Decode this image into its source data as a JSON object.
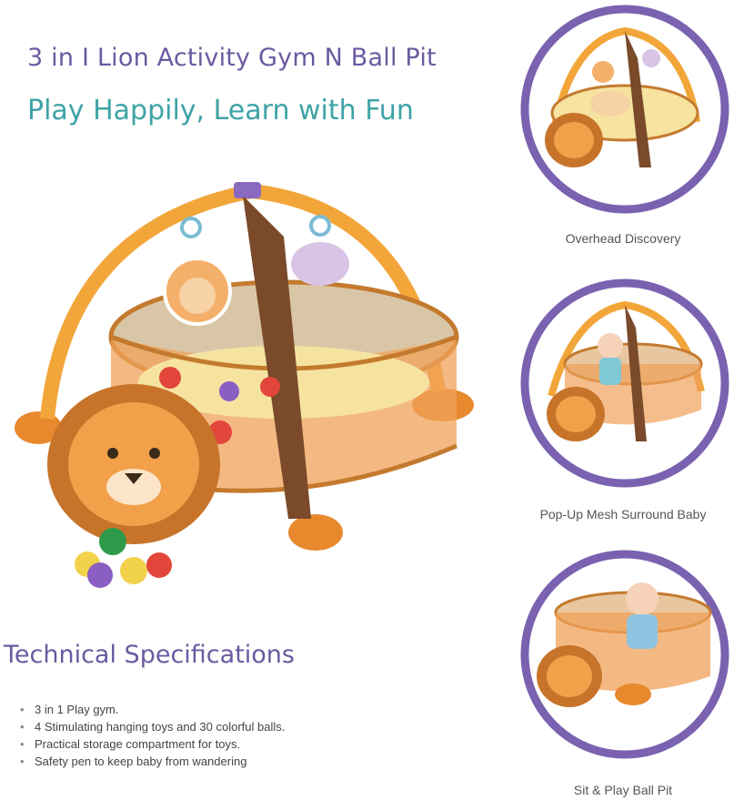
{
  "header": {
    "title": "3 in I Lion Activity Gym N Ball Pit",
    "tagline": "Play Happily, Learn with Fun"
  },
  "specs": {
    "heading": "Technical Specifications",
    "items": [
      "3 in 1 Play gym.",
      "4 Stimulating hanging toys and 30 colorful balls.",
      "Practical storage compartment for toys.",
      "Safety pen to keep baby from wandering"
    ]
  },
  "features": [
    {
      "caption": "Overhead Discovery"
    },
    {
      "caption": "Pop-Up Mesh Surround Baby"
    },
    {
      "caption": "Sit & Play Ball Pit"
    }
  ],
  "colors": {
    "purple": "#6b5aa0",
    "teal": "#3fa3a6",
    "circle_ring": "#7a62b0",
    "orange": "#e8892e"
  }
}
